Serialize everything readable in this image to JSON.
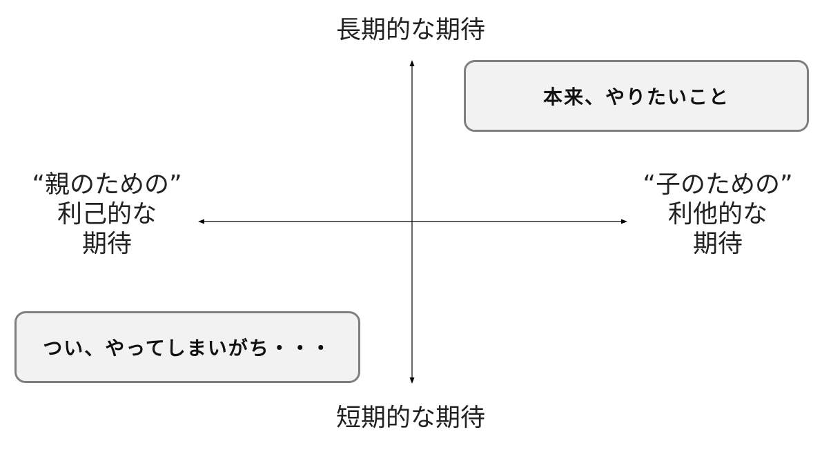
{
  "axes": {
    "top_label": "長期的な期待",
    "bottom_label": "短期的な期待",
    "left_label_lines": [
      "“親のための”",
      "利己的な",
      "期待"
    ],
    "right_label_lines": [
      "“子のための”",
      "利他的な",
      "期待"
    ]
  },
  "boxes": {
    "top_right": "本来、やりたいこと",
    "bottom_left": "つい、やってしまいがち・・・"
  },
  "colors": {
    "box_fill": "#f2f2f2",
    "box_border": "#7f7f7f",
    "axis": "#000000",
    "text": "#222222"
  }
}
